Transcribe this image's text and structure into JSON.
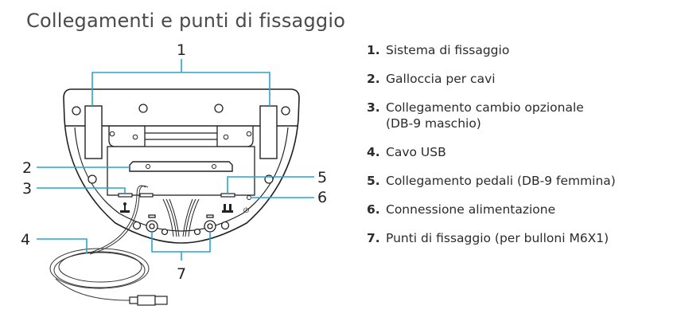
{
  "title": "Collegamenti e punti di fissaggio",
  "accent_color": "#2aa3d6",
  "callouts": [
    "1",
    "2",
    "3",
    "4",
    "5",
    "6",
    "7"
  ],
  "items": [
    {
      "num": "1.",
      "text": "Sistema di fissaggio"
    },
    {
      "num": "2.",
      "text": "Galloccia per cavi"
    },
    {
      "num": "3.",
      "text": "Collegamento cambio opzionale",
      "text2": "(DB-9 maschio)"
    },
    {
      "num": "4.",
      "text": "Cavo USB"
    },
    {
      "num": "5.",
      "text": "Collegamento pedali (DB-9 femmina)"
    },
    {
      "num": "6.",
      "text": "Connessione alimentazione"
    },
    {
      "num": "7.",
      "text": "Punti di fissaggio (per bulloni M6X1)"
    }
  ]
}
